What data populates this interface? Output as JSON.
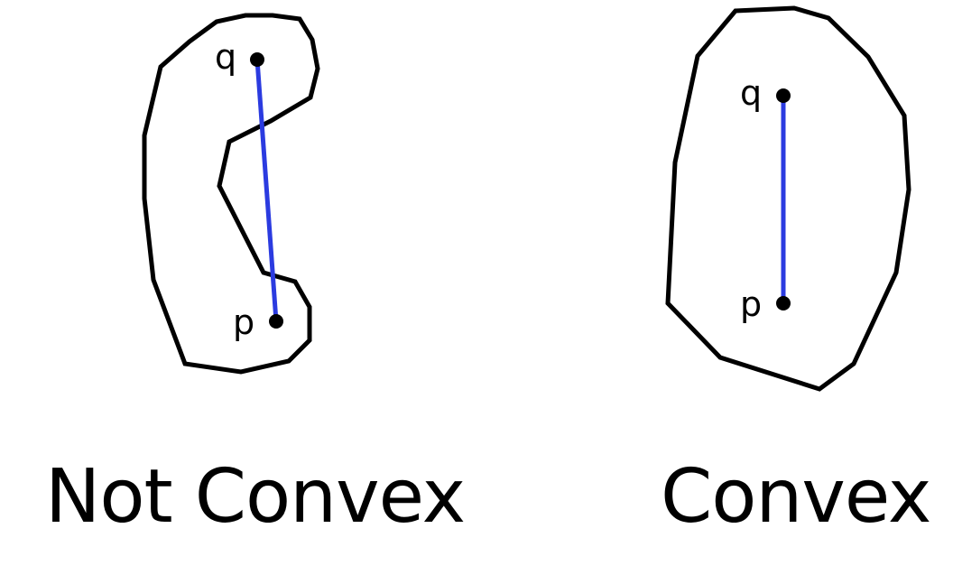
{
  "colors": {
    "background": "#ffffff",
    "outline": "#000000",
    "segment": "#2b3be0",
    "text": "#000000"
  },
  "panels": [
    {
      "id": "not-convex",
      "caption": "Not Convex",
      "point_q_label": "q",
      "point_p_label": "p"
    },
    {
      "id": "convex",
      "caption": "Convex",
      "point_q_label": "q",
      "point_p_label": "p"
    }
  ]
}
